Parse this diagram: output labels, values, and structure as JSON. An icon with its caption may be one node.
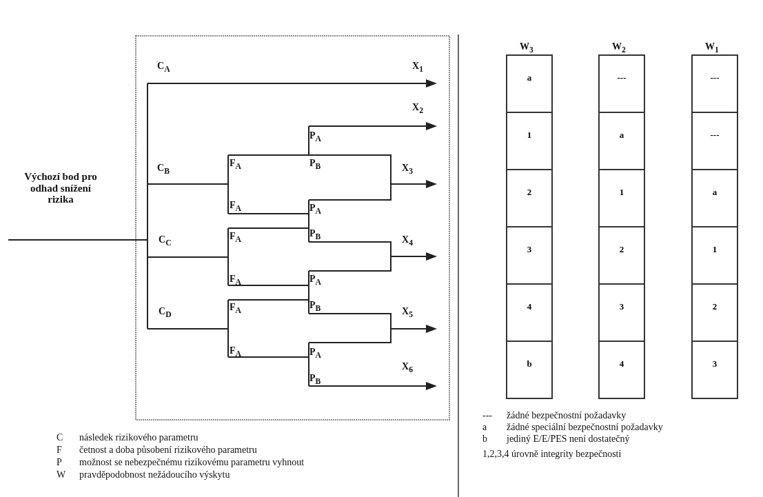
{
  "diagram": {
    "labels": [
      "C$_{A}$",
      "X$_{1}$",
      "X$_{2}$",
      "P$_{A}$",
      "C$_{B}$",
      "F$_{A}$",
      "P$_{B}$",
      "X$_{3}$",
      "Výchozí bod pro odhad snížení rizika",
      "F$_{A}$",
      "P$_{A}$",
      "C$_{C}$",
      "F$_{A}$",
      "P$_{B}$",
      "X$_{4}$",
      "F$_{A}$",
      "P$_{A}$",
      "C$_{D}$",
      "F$_{A}$",
      "P$_{B}$",
      "X$_{5}$",
      "F$_{A}$",
      "P$_{A}$",
      "X$_{6}$",
      "P$_{B}$",
      "W$_{3}$",
      "W$_{2}$",
      "W$_{1}$",
      "a",
      "---",
      "---",
      "1",
      "a",
      "---",
      "2",
      "1",
      "a",
      "3",
      "2",
      "1",
      "4",
      "3",
      "2",
      "b",
      "4",
      "3",
      "C",
      "následek rizikového parametru",
      "F",
      "četnost a doba působení rizikového parametru",
      "P",
      "možnost se nebezpečnému rizikovému parametru vyhnout",
      "W",
      "pravděpodobnost nežádoucího výskytu",
      "---",
      "žádné bezpečnostní požadavky",
      "a",
      "žádné speciální bezpečnostní požadavky",
      "b",
      "jediný E/E/PES není dostatečný",
      "1,2,3,4 úrovně integrity bezpečnosti"
    ]
  }
}
